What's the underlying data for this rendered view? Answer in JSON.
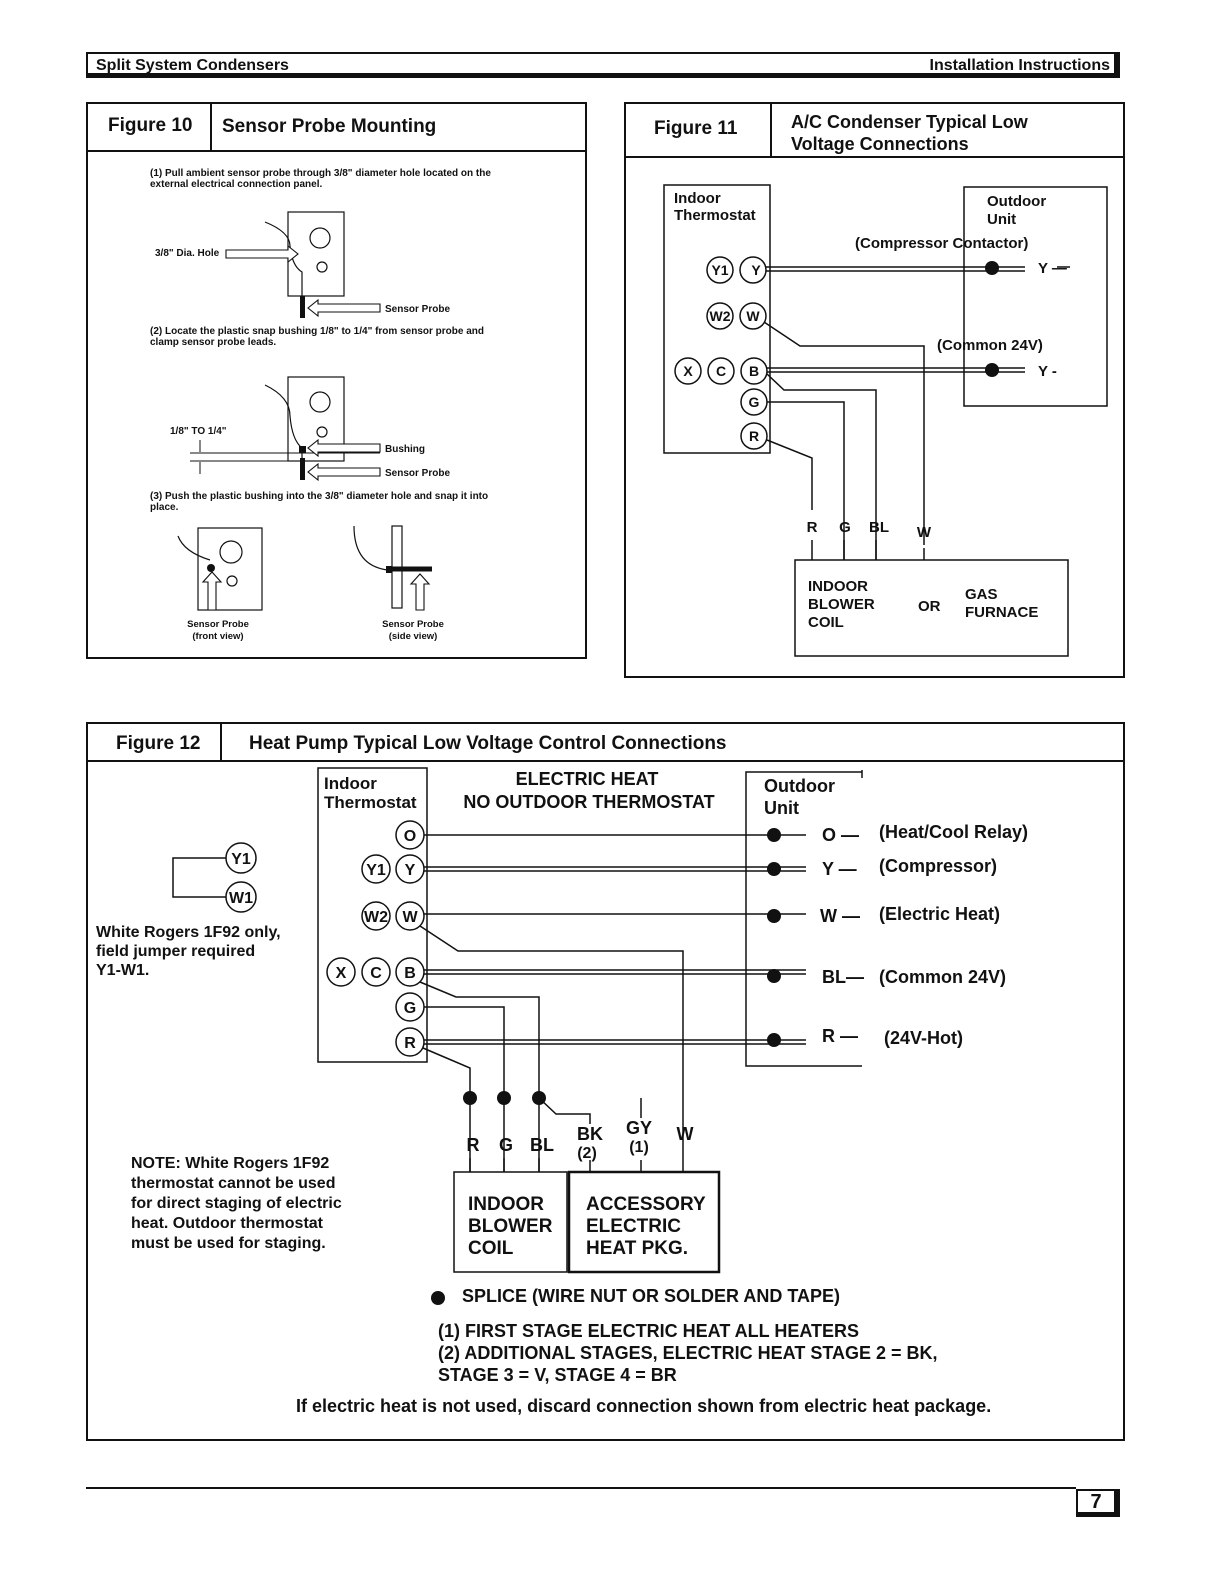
{
  "header": {
    "left": "Split System Condensers",
    "right": "Installation Instructions"
  },
  "fig10": {
    "tab": "Figure 10",
    "title": "Sensor Probe Mounting",
    "step1": "(1) Pull ambient sensor probe through 3/8\" diameter hole located on the external electrical connection panel.",
    "hole_label": "3/8\" Dia. Hole",
    "probe_label": "Sensor Probe",
    "step2": "(2) Locate the plastic snap bushing 1/8\" to 1/4\" from sensor probe and clamp sensor probe leads.",
    "dist_label": "1/8\" TO 1/4\"",
    "bushing_label": "Bushing",
    "step3": "(3) Push the plastic bushing into the 3/8\" diameter hole and snap it into place.",
    "front_label": "Sensor Probe",
    "front_sub": "(front view)",
    "side_label": "Sensor Probe",
    "side_sub": "(side view)"
  },
  "fig11": {
    "tab": "Figure 11",
    "title_line1": "A/C Condenser Typical Low",
    "title_line2": "Voltage Connections",
    "thermo_line1": "Indoor",
    "thermo_line2": "Thermostat",
    "outdoor_line1": "Outdoor",
    "outdoor_line2": "Unit",
    "compressor_label": "(Compressor Contactor)",
    "common_label": "(Common 24V)",
    "term_y1": "Y1",
    "term_y": "Y",
    "term_w2": "W2",
    "term_w": "W",
    "term_x": "X",
    "term_c": "C",
    "term_b": "B",
    "term_g": "G",
    "term_r": "R",
    "out_y1": "Y —",
    "out_y2": "Y -",
    "wire_r": "R",
    "wire_g": "G",
    "wire_bl": "BL",
    "wire_w": "W",
    "blower_line1": "INDOOR",
    "blower_line2": "BLOWER",
    "blower_line3": "COIL",
    "or": "OR",
    "furnace_line1": "GAS",
    "furnace_line2": "FURNACE"
  },
  "fig12": {
    "tab": "Figure 12",
    "title": "Heat Pump Typical Low Voltage Control Connections",
    "thermo_line1": "Indoor",
    "thermo_line2": "Thermostat",
    "eh_line1": "ELECTRIC HEAT",
    "eh_line2": "NO OUTDOOR THERMOSTAT",
    "outdoor_line1": "Outdoor",
    "outdoor_line2": "Unit",
    "term_o": "O",
    "term_y1": "Y1",
    "term_y": "Y",
    "term_w2": "W2",
    "term_w": "W",
    "term_x": "X",
    "term_c": "C",
    "term_b": "B",
    "term_g": "G",
    "term_r": "R",
    "jumper_y1": "Y1",
    "jumper_w1": "W1",
    "jumper_note_1": "White Rogers 1F92 only,",
    "jumper_note_2": "field jumper required",
    "jumper_note_3": "Y1-W1.",
    "out_rows": [
      {
        "code": "O —",
        "desc": "(Heat/Cool Relay)"
      },
      {
        "code": "Y —",
        "desc": "(Compressor)"
      },
      {
        "code": "W —",
        "desc": "(Electric Heat)"
      },
      {
        "code": "BL—",
        "desc": "(Common 24V)"
      },
      {
        "code": "R —",
        "desc": "(24V-Hot)"
      }
    ],
    "wire_r": "R",
    "wire_g": "G",
    "wire_bl": "BL",
    "wire_bk": "BK",
    "wire_bk_n": "(2)",
    "wire_gy": "GY",
    "wire_gy_n": "(1)",
    "wire_w": "W",
    "note_1": "NOTE: White Rogers 1F92",
    "note_2": "thermostat cannot be used",
    "note_3": "for direct staging of electric",
    "note_4": "heat. Outdoor thermostat",
    "note_5": "must be used for staging.",
    "blower_line1": "INDOOR",
    "blower_line2": "BLOWER",
    "blower_line3": "COIL",
    "acc_line1": "ACCESSORY",
    "acc_line2": "ELECTRIC",
    "acc_line3": "HEAT PKG.",
    "splice": "SPLICE (WIRE NUT OR SOLDER AND TAPE)",
    "fn1": "(1) FIRST STAGE ELECTRIC HEAT ALL HEATERS",
    "fn2": "(2) ADDITIONAL STAGES, ELECTRIC HEAT STAGE 2 = BK,",
    "fn3": "STAGE 3 = V, STAGE 4 = BR",
    "discard": "If electric heat is not used, discard connection shown from electric heat package."
  },
  "page_number": "7"
}
